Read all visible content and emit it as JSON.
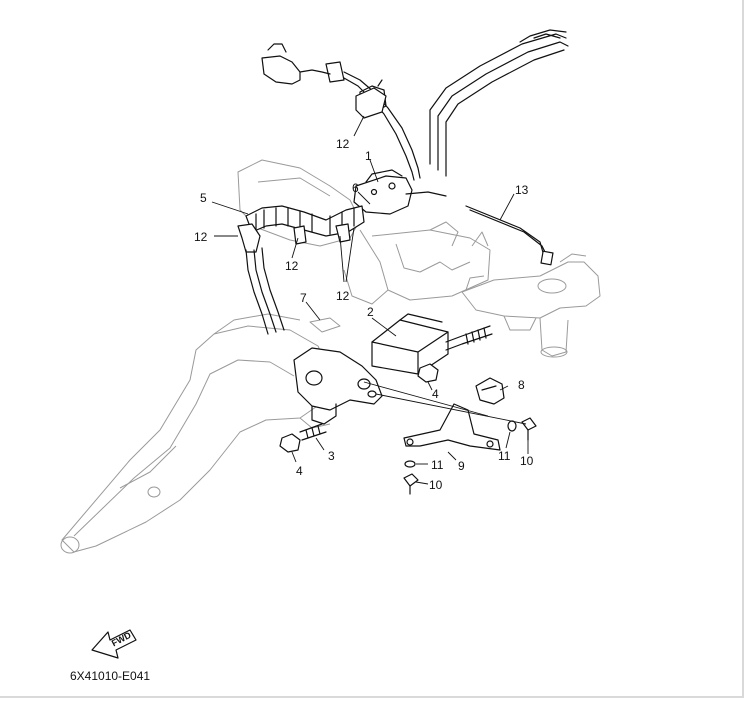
{
  "diagram": {
    "drawing_code": "6X41010-E041",
    "fwd_label": "FWD",
    "callouts": {
      "c1": "1",
      "c2": "2",
      "c4a": "4",
      "c4b": "4",
      "c5": "5",
      "c6": "6",
      "c7": "7",
      "c8": "8",
      "c9": "9",
      "c10a": "10",
      "c10b": "10",
      "c11a": "11",
      "c11b": "11",
      "c3": "3",
      "c12a": "12",
      "c12b": "12",
      "c12c": "12",
      "c12d": "12",
      "c13": "13"
    }
  }
}
